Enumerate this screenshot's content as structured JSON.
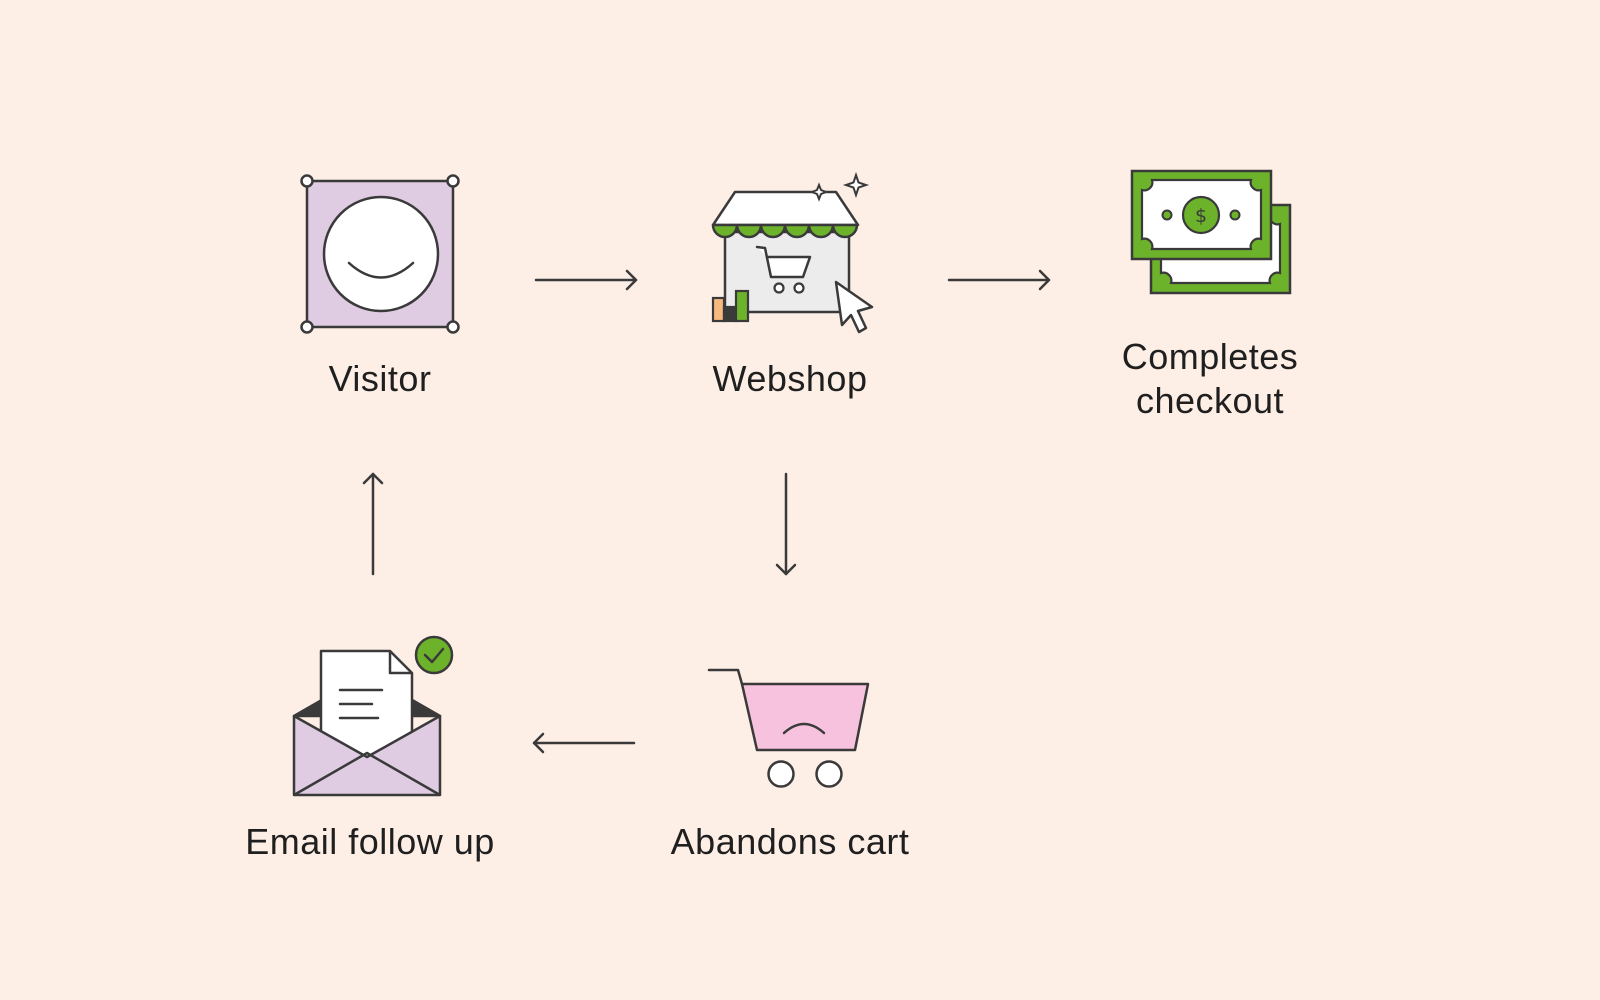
{
  "colors": {
    "background": "#fdeee6",
    "stroke": "#3a3a3a",
    "lavender": "#dfcbe2",
    "green": "#6cb22b",
    "pink": "#f6c2de",
    "light_gray": "#ececec",
    "orange": "#f7b97e"
  },
  "nodes": {
    "visitor": {
      "label": "Visitor",
      "icon": "smiley-face-icon"
    },
    "webshop": {
      "label": "Webshop",
      "icon": "storefront-icon"
    },
    "checkout": {
      "label": "Completes\ncheckout",
      "icon": "money-bills-icon"
    },
    "abandon": {
      "label": "Abandons cart",
      "icon": "sad-cart-icon"
    },
    "email": {
      "label": "Email follow up",
      "icon": "open-envelope-icon"
    }
  },
  "edges": [
    {
      "from": "visitor",
      "to": "webshop"
    },
    {
      "from": "webshop",
      "to": "checkout"
    },
    {
      "from": "webshop",
      "to": "abandon"
    },
    {
      "from": "abandon",
      "to": "email"
    },
    {
      "from": "email",
      "to": "visitor"
    }
  ]
}
